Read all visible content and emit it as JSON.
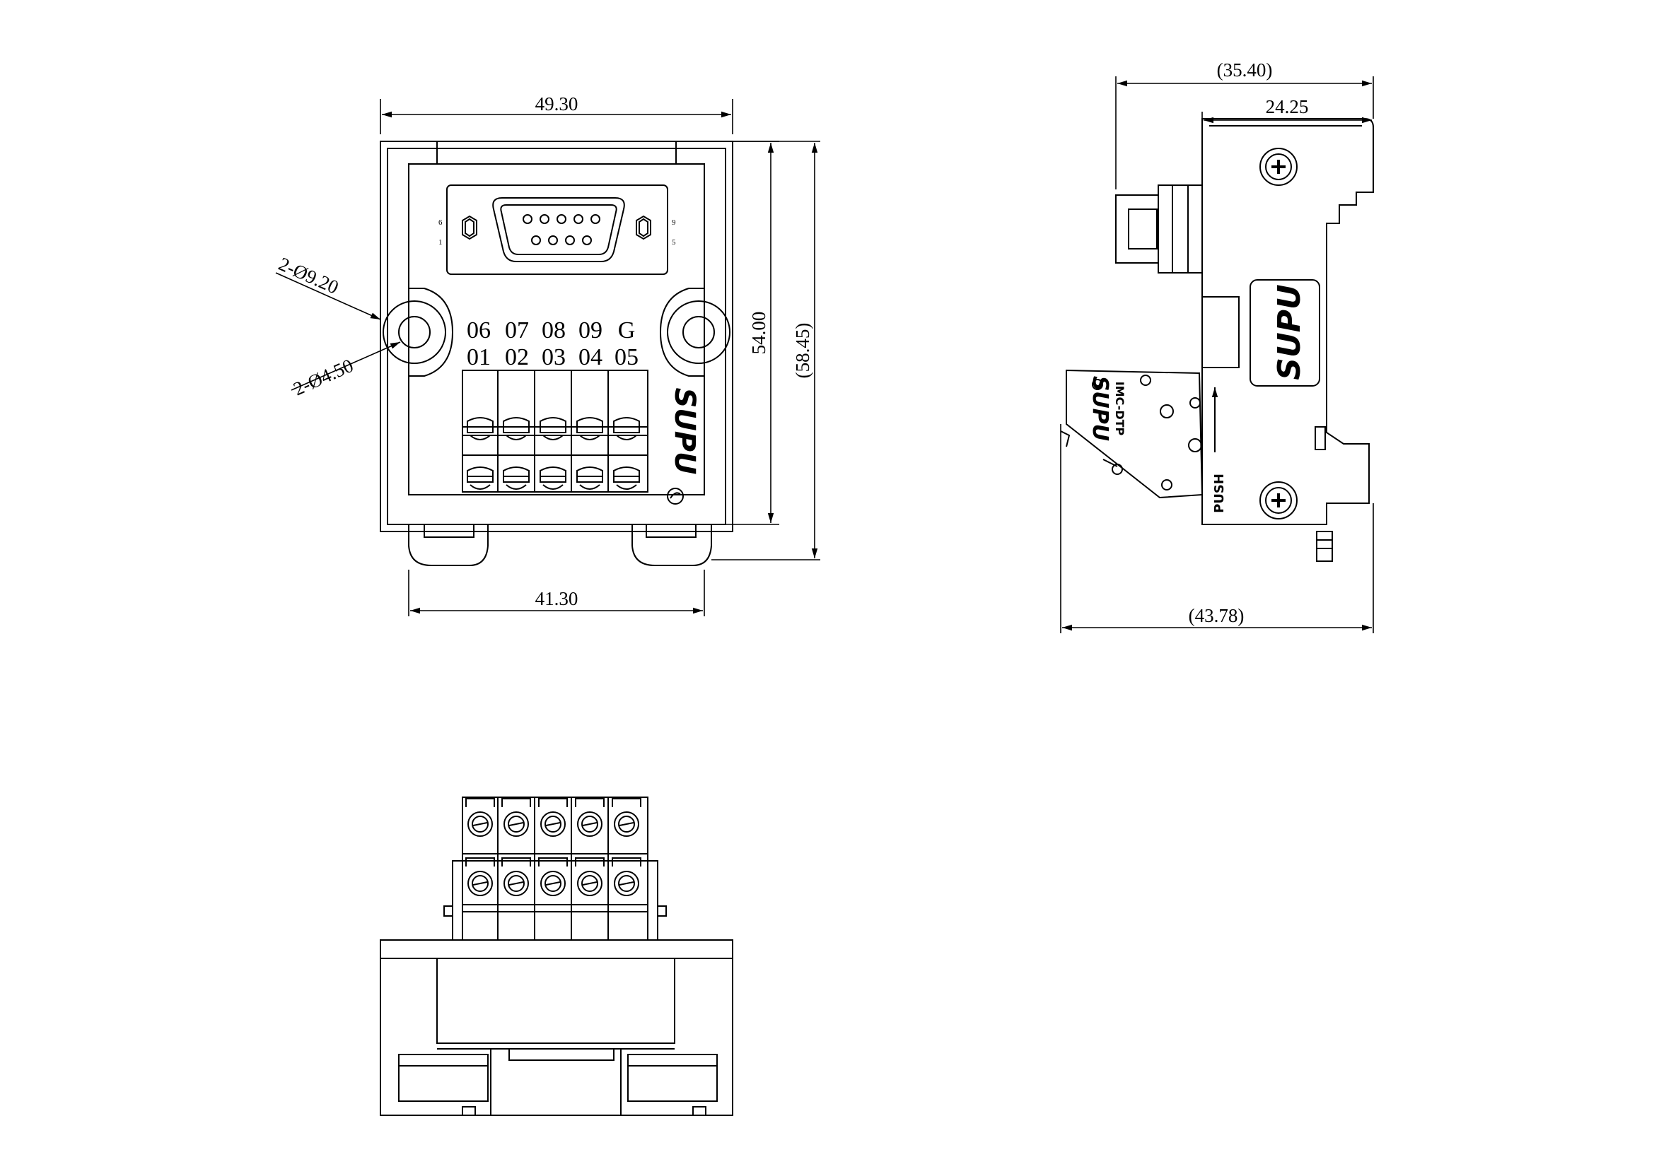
{
  "front_view": {
    "dims": {
      "width_top": "49.30",
      "width_bottom": "41.30",
      "height_inner": "54.00",
      "height_outer": "(58.45)",
      "hole_outer": "2-Ø9.20",
      "hole_inner": "2-Ø4.50"
    },
    "terminal_labels_top": [
      "06",
      "07",
      "08",
      "09",
      "G"
    ],
    "terminal_labels_bottom": [
      "01",
      "02",
      "03",
      "04",
      "05"
    ],
    "connector_pins": {
      "top_left": "6",
      "bottom_left": "1",
      "top_right": "9",
      "bottom_right": "5"
    },
    "brand": "SUPU"
  },
  "side_view": {
    "dims": {
      "top_outer": "(35.40)",
      "top_inner": "24.25",
      "bottom": "(43.78)"
    },
    "brand": "SUPU",
    "model": "IMC-DTP",
    "push_label": "PUSH"
  },
  "colors": {
    "line": "#000000",
    "background": "#ffffff"
  }
}
